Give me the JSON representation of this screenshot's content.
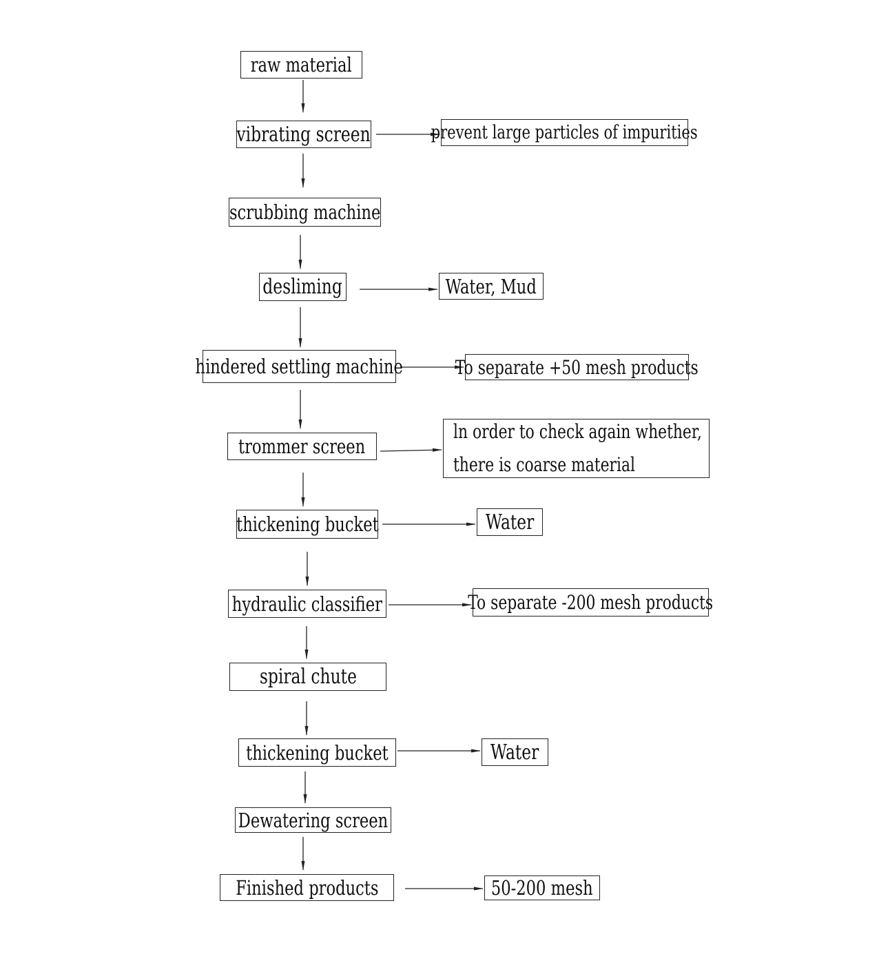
{
  "diagram": {
    "steps": [
      {
        "id": "raw",
        "label": "raw material"
      },
      {
        "id": "vib",
        "label": "vibrating screen"
      },
      {
        "id": "scrub",
        "label": "scrubbing machine"
      },
      {
        "id": "deslime",
        "label": "desliming"
      },
      {
        "id": "hinder",
        "label": "hindered settling machine"
      },
      {
        "id": "trom",
        "label": "trommer screen"
      },
      {
        "id": "thick1",
        "label": "thickening bucket"
      },
      {
        "id": "hydro",
        "label": "hydraulic classifier"
      },
      {
        "id": "spiral",
        "label": "spiral chute"
      },
      {
        "id": "thick2",
        "label": "thickening bucket"
      },
      {
        "id": "dewater",
        "label": "Dewatering screen"
      },
      {
        "id": "finished",
        "label": "Finished products"
      }
    ],
    "outputs": [
      {
        "from": "vib",
        "label": "prevent large particles of impurities"
      },
      {
        "from": "deslime",
        "label": "Water, Mud"
      },
      {
        "from": "hinder",
        "label": "To separate +50 mesh products"
      },
      {
        "from": "trom",
        "lines": [
          "ln order to check again whether,",
          "there is coarse material"
        ]
      },
      {
        "from": "thick1",
        "label": "Water"
      },
      {
        "from": "hydro",
        "label": "To separate -200 mesh products"
      },
      {
        "from": "thick2",
        "label": "Water"
      },
      {
        "from": "finished",
        "label": "50-200 mesh"
      }
    ]
  }
}
